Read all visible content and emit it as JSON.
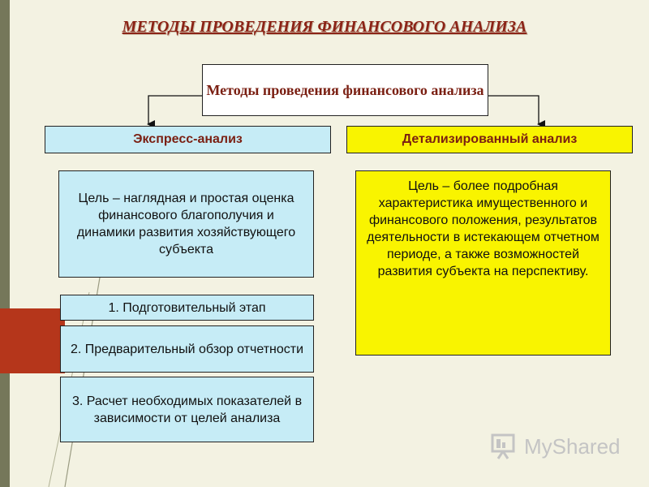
{
  "title": "МЕТОДЫ ПРОВЕДЕНИЯ ФИНАНСОВОГО АНАЛИЗА",
  "root": "Методы проведения финансового анализа",
  "branches": {
    "express": "Экспресс-анализ",
    "detailed": "Детализированный анализ"
  },
  "goals": {
    "express": "Цель – наглядная и простая оценка финансового благополучия и динамики развития хозяйствующего субъекта",
    "detailed": "Цель – более подробная характеристика имущественного и финансового положения, результатов деятельности в истекающем отчетном периоде, а также возможностей развития субъекта на перспективу."
  },
  "steps": [
    "1. Подготовительный этап",
    "2. Предварительный обзор отчетности",
    "3. Расчет необходимых показателей в зависимости от целей анализа"
  ],
  "logo": {
    "text": "MyShared",
    "icon": "presentation-board-icon"
  },
  "colors": {
    "title": "#8b2316",
    "light_blue": "#c6ecf6",
    "yellow": "#f9f400",
    "accent_red": "#b5361b",
    "sidebar": "#75775a"
  }
}
